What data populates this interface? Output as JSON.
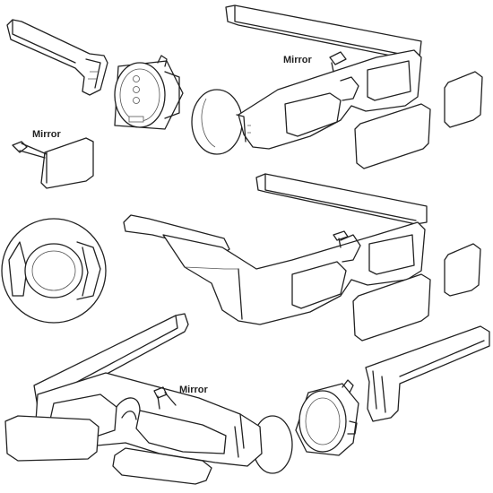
{
  "labels": {
    "mirror_top": "Mirror",
    "mirror_left": "Mirror",
    "mirror_bottom": "Mirror"
  },
  "colors": {
    "line": "#222222",
    "background": "#ffffff"
  }
}
